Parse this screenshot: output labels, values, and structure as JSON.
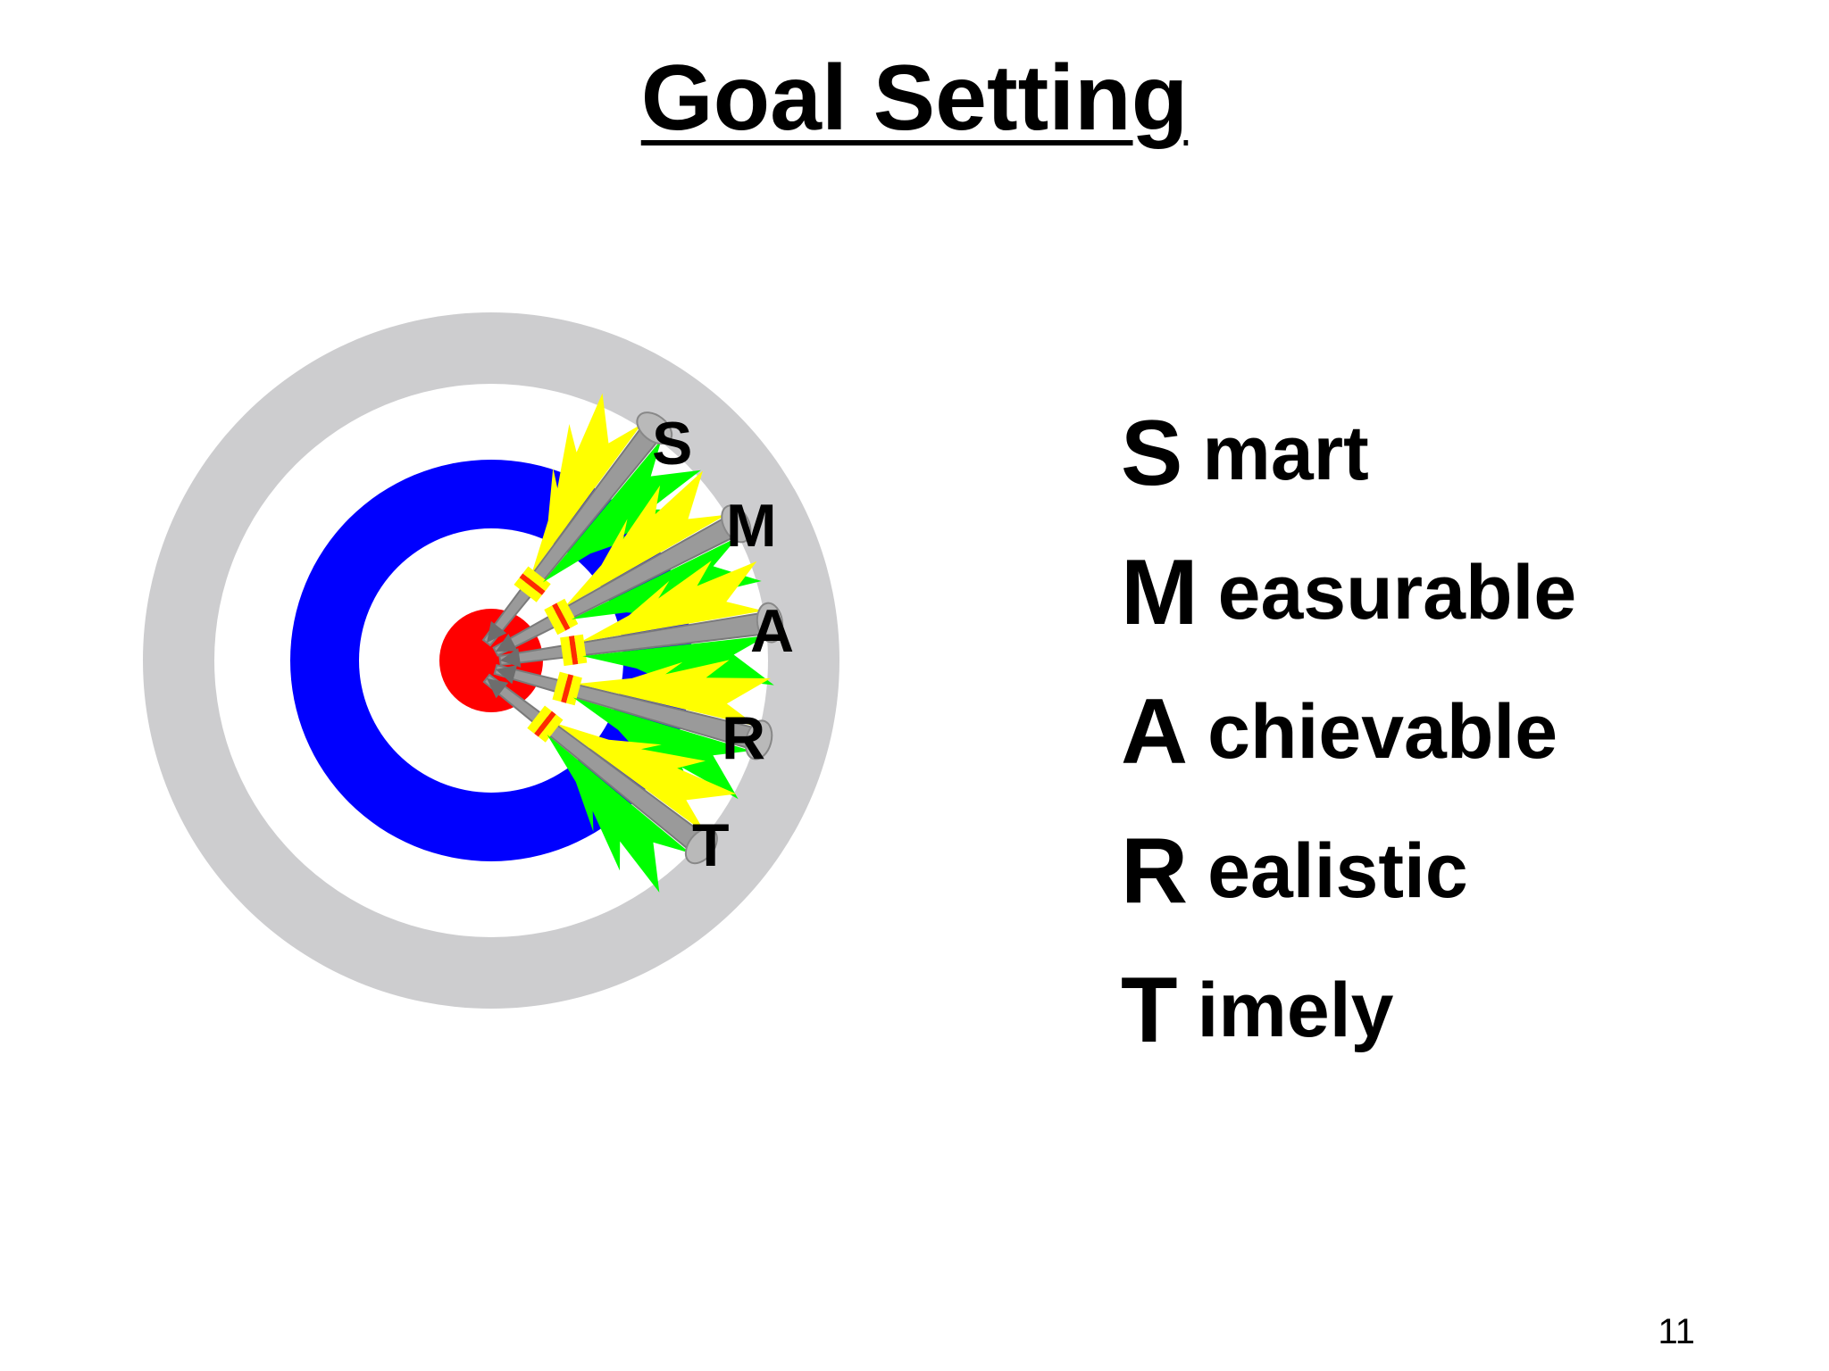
{
  "slide": {
    "title": "Goal Setting",
    "page_number": "11"
  },
  "target": {
    "colors": {
      "outer_ring": "#cdcdcf",
      "white_ring": "#ffffff",
      "blue_ring": "#0000ff",
      "bullseye": "#ff0000",
      "fletch_yellow": "#ffff00",
      "fletch_green": "#00ff00",
      "shaft": "#9a9a9a"
    },
    "dart_labels": [
      "S",
      "M",
      "A",
      "R",
      "T"
    ]
  },
  "smart": [
    {
      "letter": "S",
      "rest": "mart"
    },
    {
      "letter": "M",
      "rest": "easurable"
    },
    {
      "letter": "A",
      "rest": "chievable"
    },
    {
      "letter": "R",
      "rest": "ealistic"
    },
    {
      "letter": "T",
      "rest": "imely"
    }
  ]
}
